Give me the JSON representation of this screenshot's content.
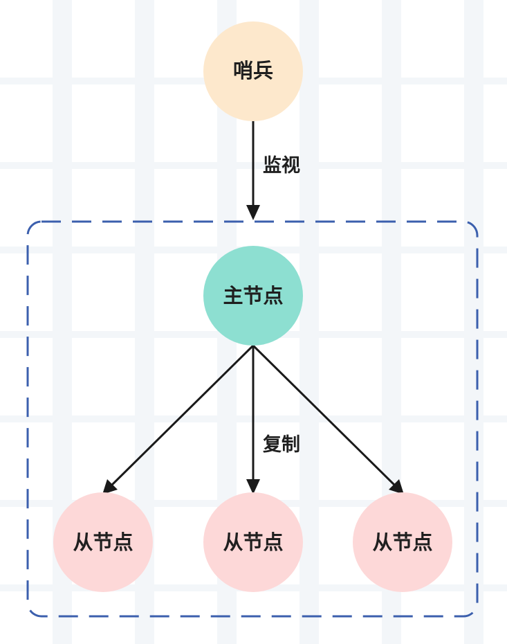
{
  "nodes": {
    "sentinel": {
      "label": "哨兵",
      "color": "#fde8cc"
    },
    "master": {
      "label": "主节点",
      "color": "#8ddfd1"
    },
    "replica_1": {
      "label": "从节点",
      "color": "#fdd8d8"
    },
    "replica_2": {
      "label": "从节点",
      "color": "#fdd8d8"
    },
    "replica_3": {
      "label": "从节点",
      "color": "#fdd8d8"
    }
  },
  "edges": {
    "monitor_label": "监视",
    "replicate_label": "复制"
  },
  "group": {
    "border_color": "#3b5fad"
  },
  "colors": {
    "arrow": "#1a1a1a"
  }
}
